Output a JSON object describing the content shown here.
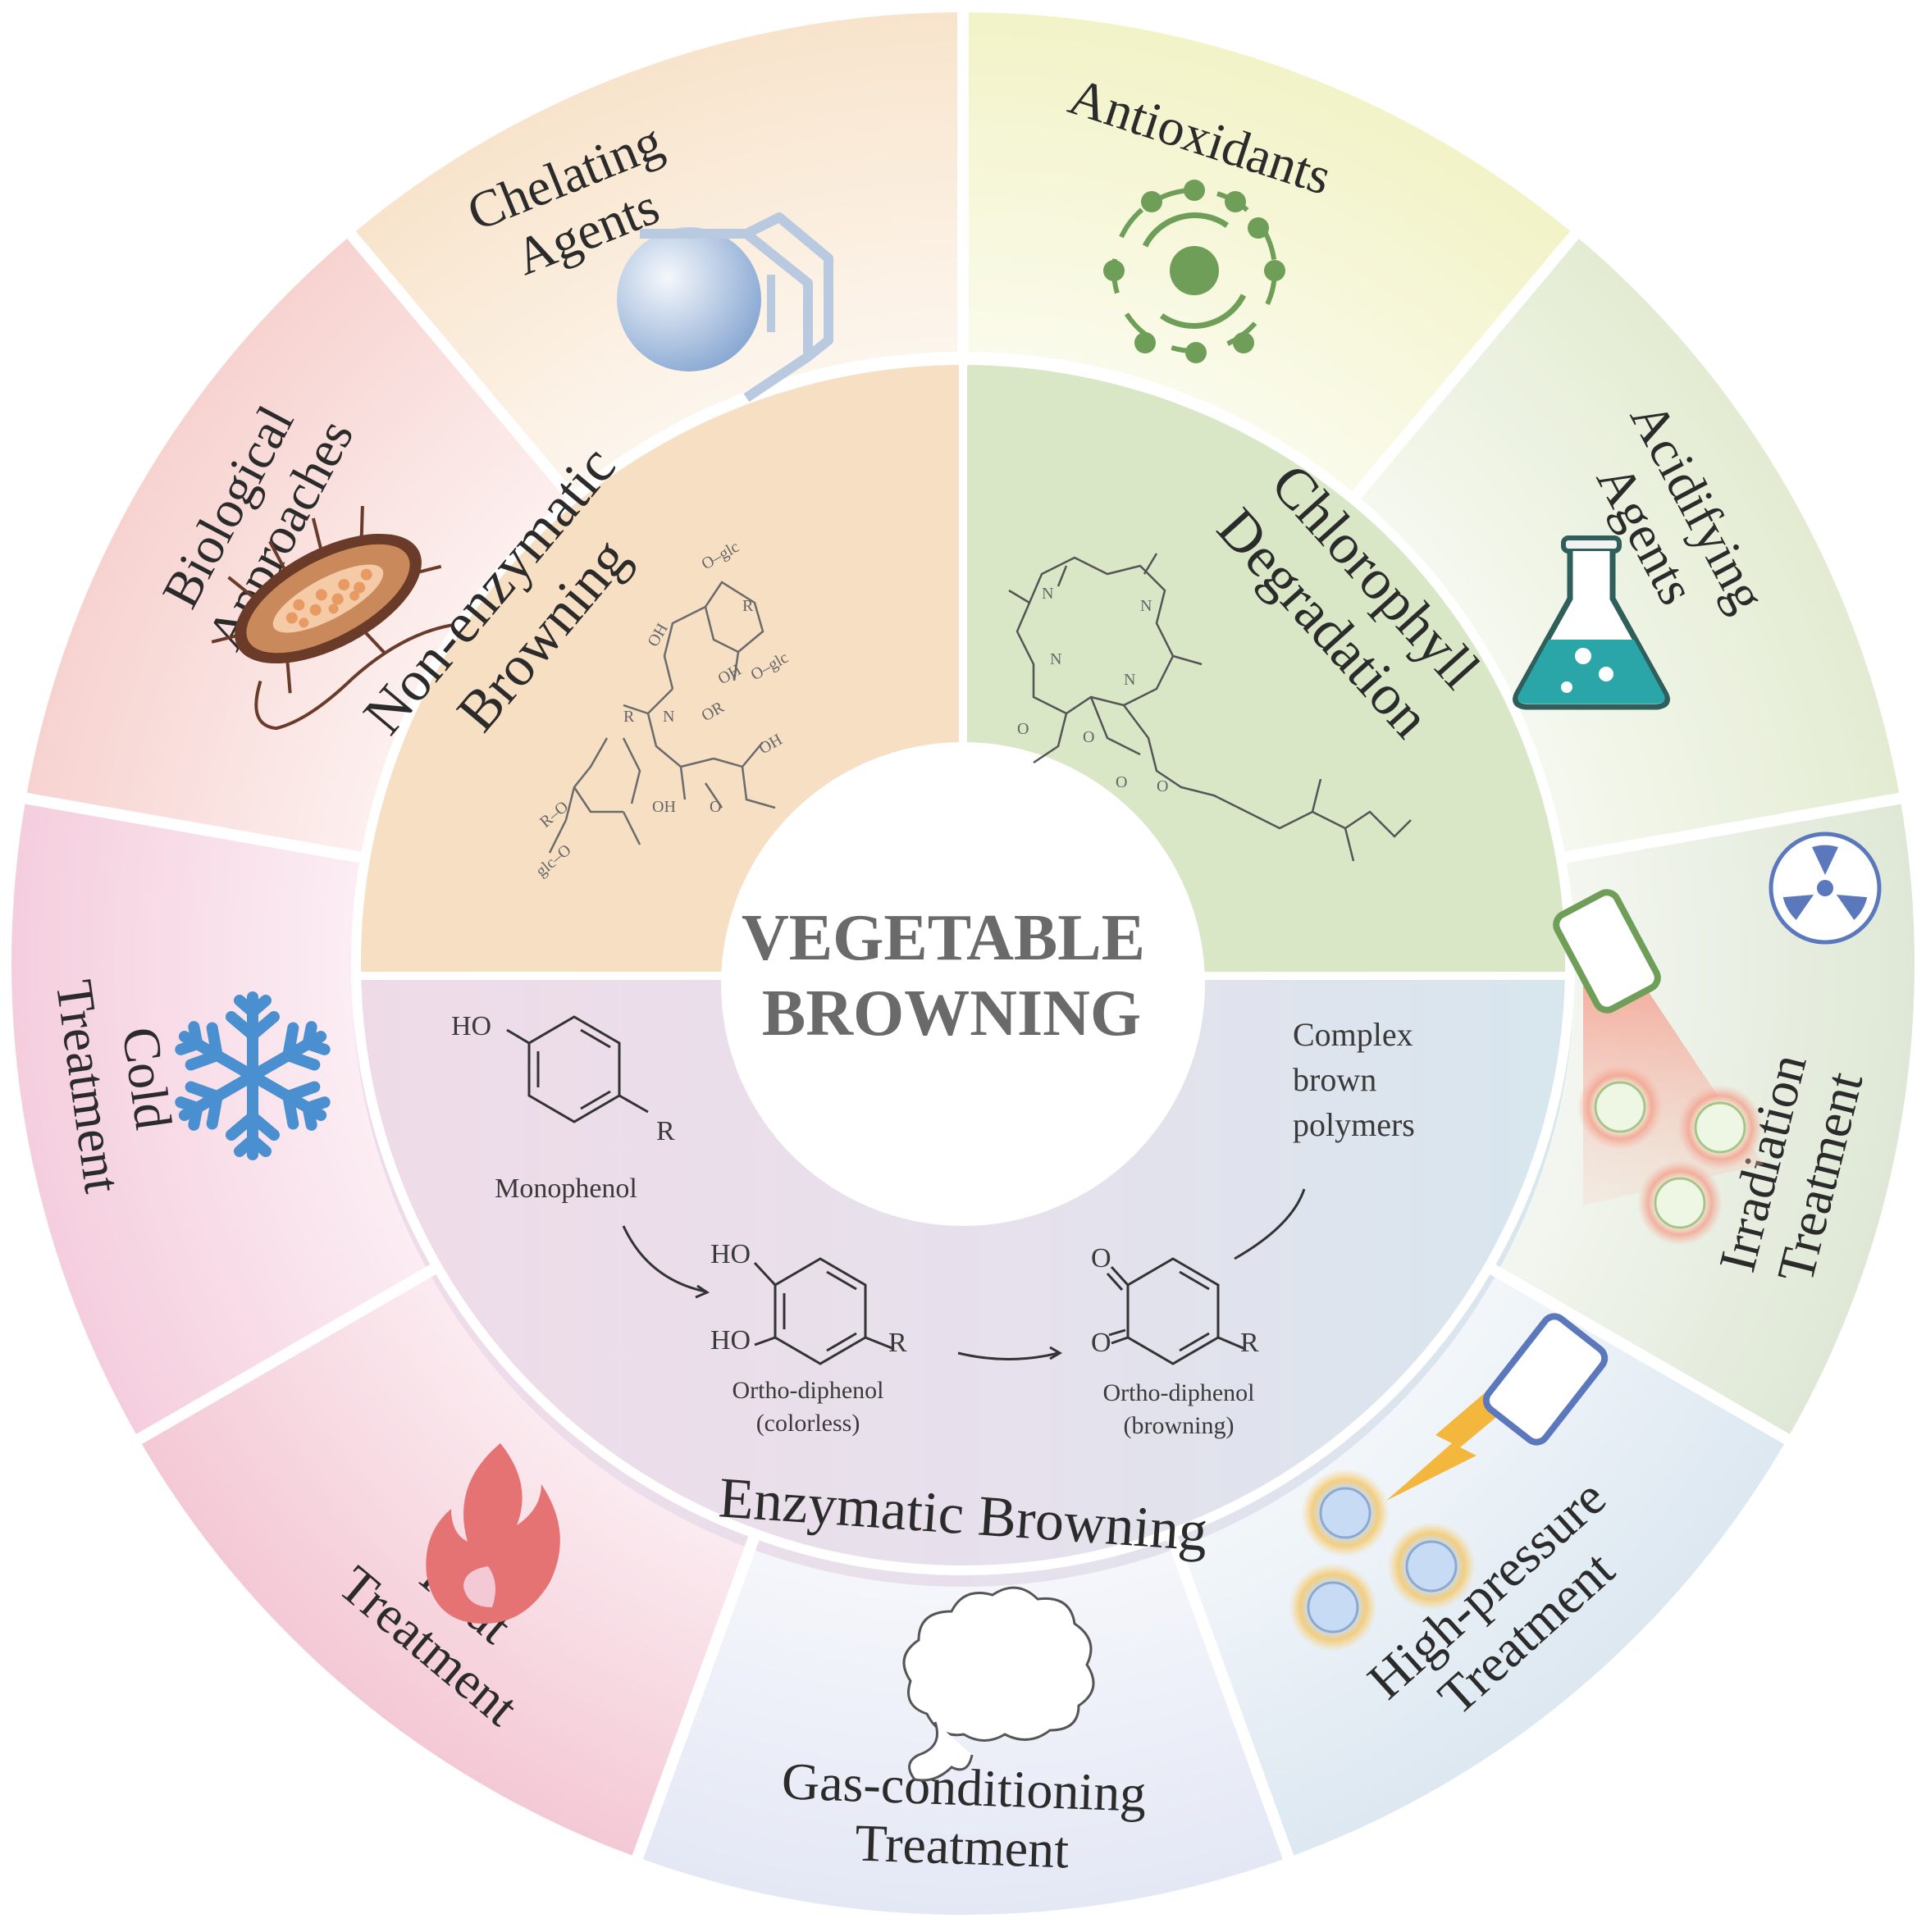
{
  "center": {
    "line1": "VEGETABLE",
    "line2": "BROWNING"
  },
  "outer_segments": [
    {
      "id": "antioxidants",
      "lines": [
        "Antioxidants"
      ],
      "color": "#f2f3c7",
      "icon": "atom-icon"
    },
    {
      "id": "acidifying",
      "lines": [
        "Acidifying",
        "Agents"
      ],
      "color": "#e3ecd2",
      "icon": "flask-icon"
    },
    {
      "id": "irradiation",
      "lines": [
        "Irradiation",
        "Treatment"
      ],
      "color": "#dfe8d6",
      "icon": "radiation-icon"
    },
    {
      "id": "high-pressure",
      "lines": [
        "High-pressure",
        "Treatment"
      ],
      "color": "#dde8f1",
      "icon": "pressure-icon"
    },
    {
      "id": "gas",
      "lines": [
        "Gas-conditioning",
        "Treatment"
      ],
      "color": "#e4e8f5",
      "icon": "cloud-icon"
    },
    {
      "id": "heat",
      "lines": [
        "Heat",
        "Treatment"
      ],
      "color": "#f4c9d6",
      "icon": "flame-icon"
    },
    {
      "id": "cold",
      "lines": [
        "Cold",
        "Treatment"
      ],
      "color": "#f5cede",
      "icon": "snowflake-icon"
    },
    {
      "id": "biological",
      "lines": [
        "Biological",
        "Approaches"
      ],
      "color": "#f7d3d0",
      "icon": "bacterium-icon"
    },
    {
      "id": "chelating",
      "lines": [
        "Chelating",
        "Agents"
      ],
      "color": "#f8e4cc",
      "icon": "chelate-icon"
    }
  ],
  "inner_segments": {
    "non_enzymatic": {
      "lines": [
        "Non-enzymatic",
        "Browning"
      ],
      "color": "#f7dfc4"
    },
    "chlorophyll": {
      "lines": [
        "Chlorophyll",
        "Degradation"
      ],
      "color": "#d9e7c7"
    },
    "enzymatic": {
      "label": "Enzymatic Browning",
      "color_left": "#efdbe8",
      "color_right": "#d9e6ee"
    }
  },
  "chemistry": {
    "monophenol": {
      "ho": "HO",
      "r": "R",
      "name": "Monophenol"
    },
    "diphenol": {
      "ho1": "HO",
      "ho2": "HO",
      "r": "R",
      "name": "Ortho-diphenol",
      "note": "(colorless)"
    },
    "quinone": {
      "o1": "O",
      "o2": "O",
      "r": "R",
      "name": "Ortho-diphenol",
      "note": "(browning)"
    },
    "polymers": {
      "lines": [
        "Complex",
        "brown",
        "polymers"
      ]
    },
    "glycoside_labels": {
      "oglc1": "O–glc",
      "r1": "R",
      "oh1": "OH",
      "oh2": "OH",
      "oglc2": "O–glc",
      "r2": "R",
      "n": "N",
      "or": "OR",
      "oh3": "OH",
      "o1": "O",
      "oh4": "OH",
      "oglc3": "glc–O",
      "r3": "R–O"
    },
    "porphyrin_labels": {
      "n1": "N",
      "n2": "N",
      "n3": "N",
      "n4": "N",
      "o1": "O",
      "o2": "O",
      "o3": "O",
      "o4": "O"
    }
  }
}
